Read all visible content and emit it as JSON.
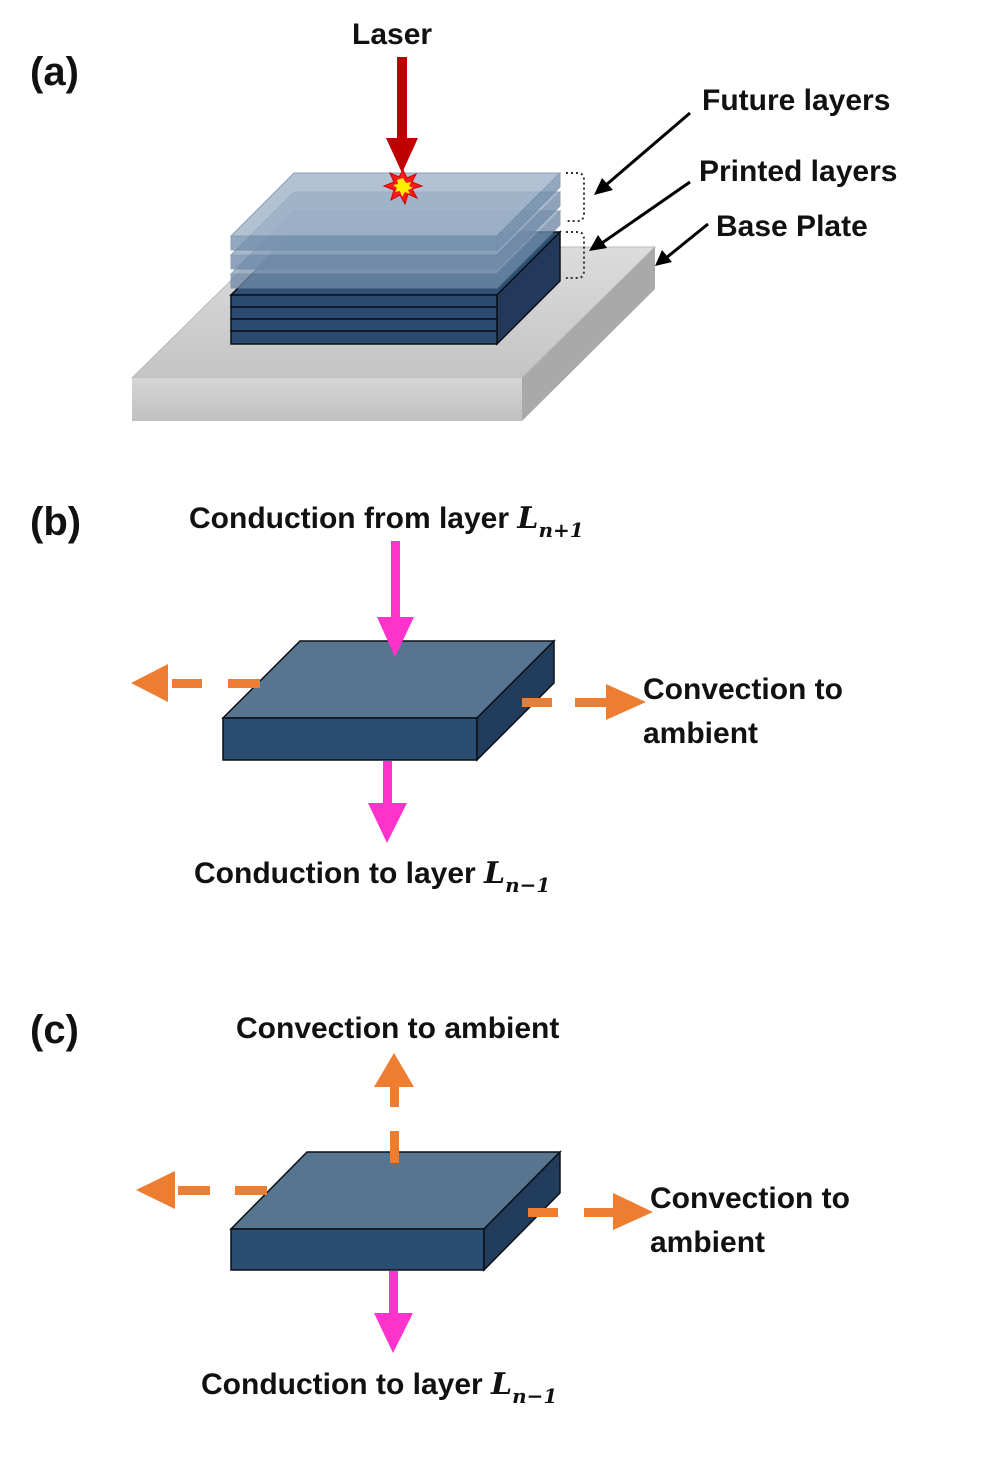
{
  "panels": {
    "a": {
      "label": "(a)",
      "laser": "Laser",
      "future_layers": "Future layers",
      "printed_layers": "Printed layers",
      "base_plate": "Base Plate"
    },
    "b": {
      "label": "(b)",
      "top": {
        "text": "Conduction from layer ",
        "var": "L",
        "sub": "n+1"
      },
      "right_line1": "Convection to",
      "right_line2": "ambient",
      "bottom": {
        "text": "Conduction to layer ",
        "var": "L",
        "sub": "n−1"
      }
    },
    "c": {
      "label": "(c)",
      "top": "Convection to ambient",
      "right_line1": "Convection to",
      "right_line2": "ambient",
      "bottom": {
        "text": "Conduction to layer ",
        "var": "L",
        "sub": "n−1"
      }
    }
  },
  "colors": {
    "laser_arrow": "#c00000",
    "conduction_arrow": "#ff33cc",
    "convection_arrow": "#ed7d31",
    "layer_dark": "#243f60",
    "layer_top": "#587590",
    "future_layer": "#8fa6bf",
    "base_plate": "#d0d0d0"
  },
  "icons": {
    "laser_spot": "explosion-burst-icon"
  }
}
